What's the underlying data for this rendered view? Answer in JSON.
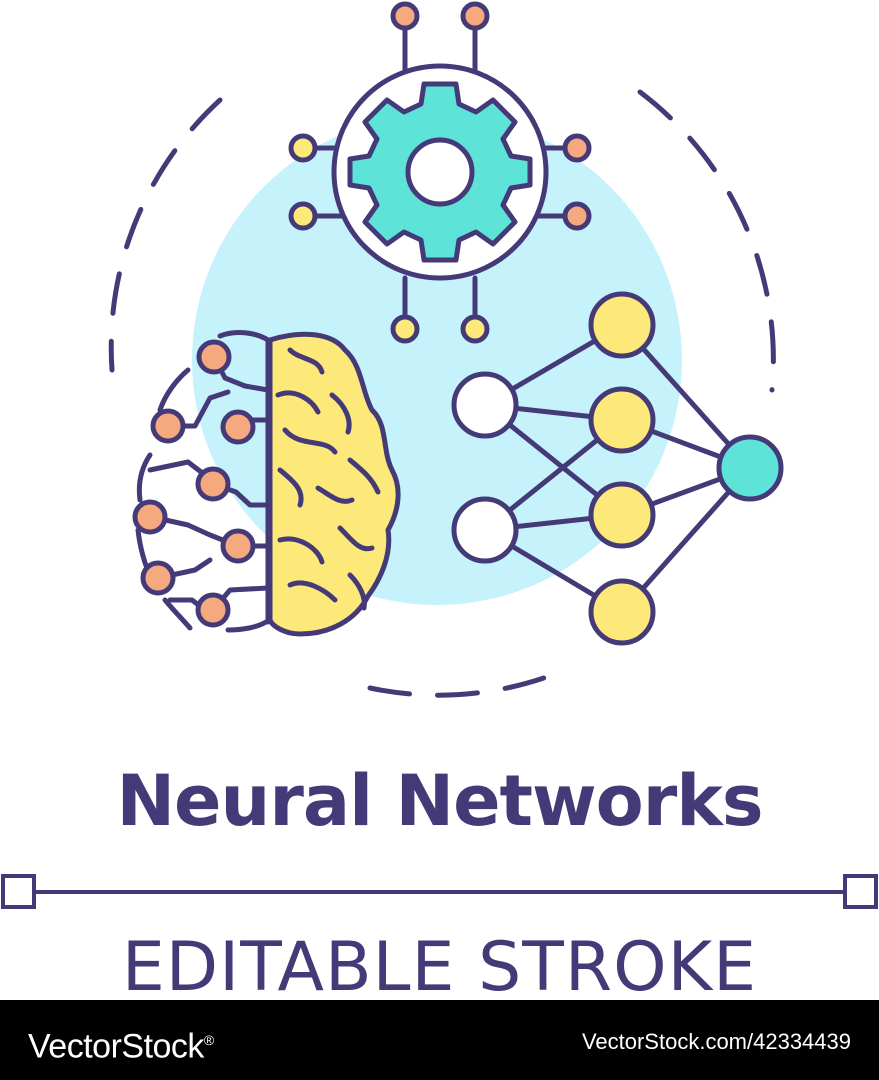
{
  "title": "Neural Networks",
  "subtitle": "EDITABLE STROKE",
  "watermark": {
    "brand": "VectorStock",
    "registered_mark": "®",
    "image_ref": "VectorStock.com/42334439"
  },
  "colors": {
    "stroke": "#443a78",
    "light_blue": "#c6f2fb",
    "teal": "#5ee3d8",
    "yellow": "#fde87a",
    "orange": "#f6a97f",
    "white": "#ffffff",
    "footer_bg": "#000000"
  },
  "icons": [
    "dashed-circle-icon",
    "gear-chip-icon",
    "brain-icon",
    "neural-network-icon"
  ]
}
